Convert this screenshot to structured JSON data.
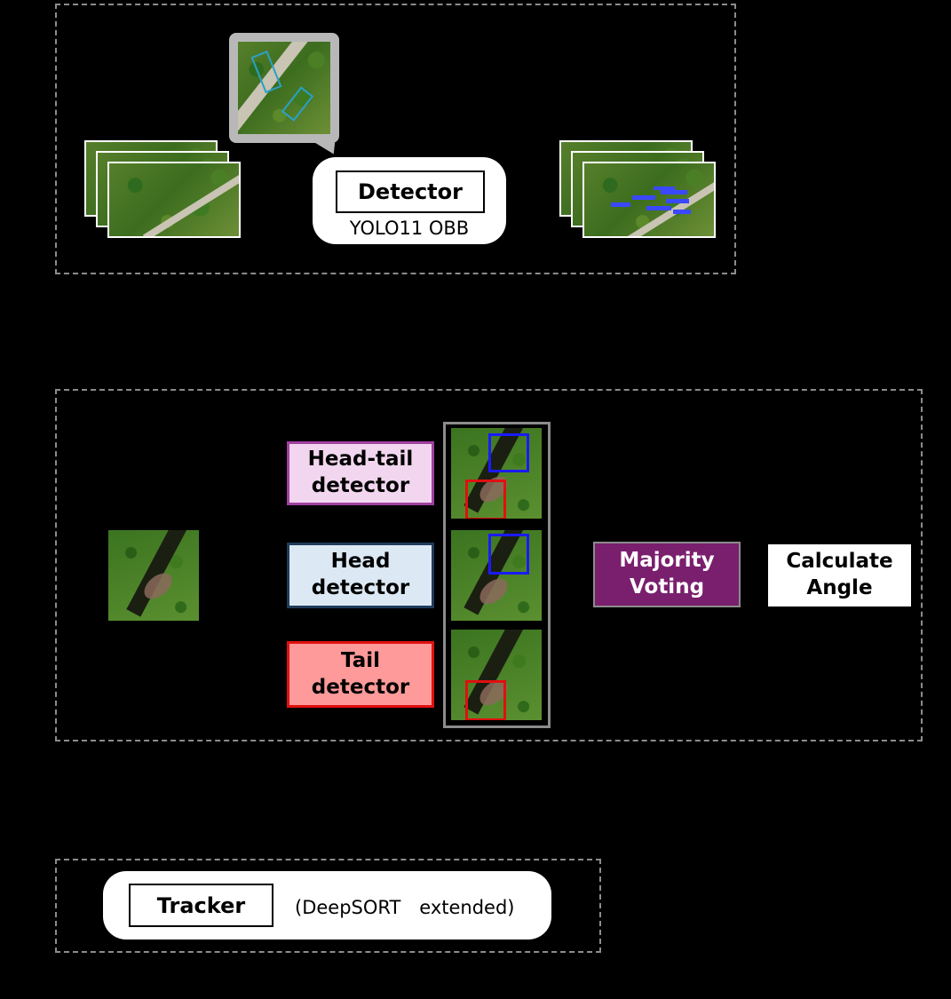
{
  "colors": {
    "background": "#000000",
    "head_tail_fill": "#f2d6ef",
    "head_tail_border": "#a040a0",
    "head_fill": "#dce9f5",
    "head_border": "#1f3b5a",
    "tail_fill": "#ff9a9a",
    "tail_border": "#e01010",
    "majority_fill": "#7a1f6e",
    "head_box": "#1a1aff",
    "tail_box": "#e01010"
  },
  "detection": {
    "detector_label": "Detector",
    "model_label": "YOLO11 OBB"
  },
  "orientation": {
    "head_tail_label": "Head-tail\ndetector",
    "head_label": "Head\ndetector",
    "tail_label": "Tail\ndetector",
    "voting_label": "Majority\nVoting",
    "angle_label": "Calculate\nAngle"
  },
  "tracking": {
    "tracker_label": "Tracker",
    "method_label": "(DeepSORT　extended)"
  }
}
